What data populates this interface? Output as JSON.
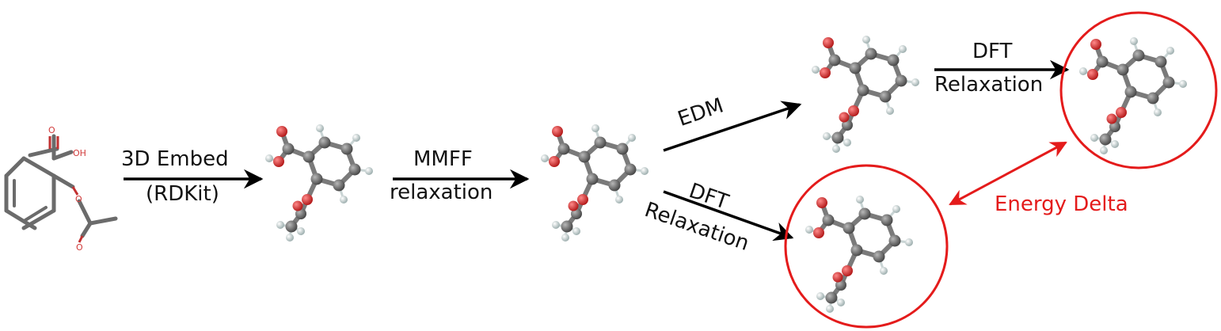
{
  "labels": {
    "embed_line1": "3D Embed",
    "embed_line2": "(RDKit)",
    "mmff_line1": "MMFF",
    "mmff_line2": "relaxation",
    "edm": "EDM",
    "dft_top_line1": "DFT",
    "dft_top_line2": "Relaxation",
    "dft_bottom_line1": "DFT",
    "dft_bottom_line2": "Relaxation",
    "energy_delta": "Energy Delta"
  },
  "skeletal": {
    "oh_label": "OH",
    "o_label": "O"
  },
  "colors": {
    "arrow": "#000000",
    "highlight": "#e41b1b",
    "carbon": "#6e6e6e",
    "oxygen": "#d63434",
    "hydrogen": "#c9d4d4",
    "bond": "#7a7a7a"
  },
  "icons": [
    "molecule-2d-icon",
    "molecule-3d-icon",
    "arrow-icon"
  ]
}
